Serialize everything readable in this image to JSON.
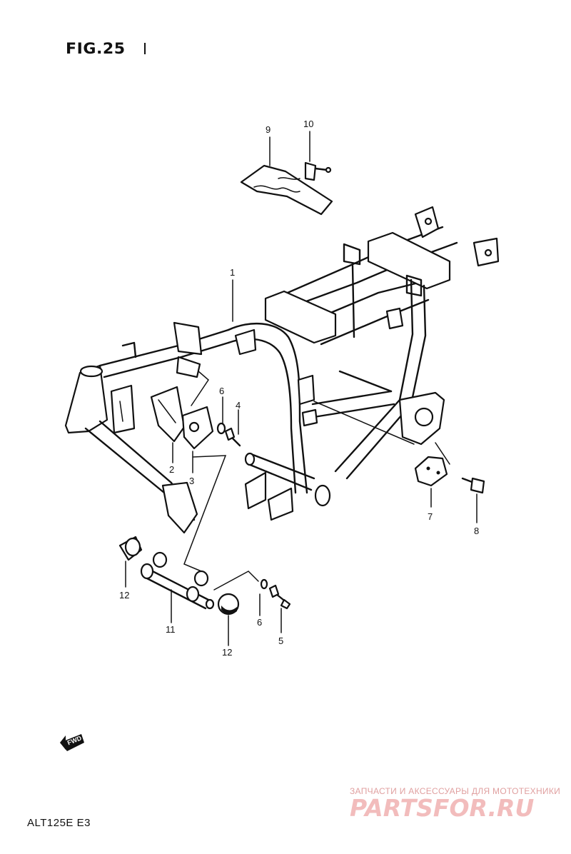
{
  "figure": {
    "title": "FIG.25",
    "model": "ALT125E E3"
  },
  "callouts": [
    {
      "id": "c1",
      "text": "1"
    },
    {
      "id": "c2",
      "text": "2"
    },
    {
      "id": "c3",
      "text": "3"
    },
    {
      "id": "c4",
      "text": "4"
    },
    {
      "id": "c5",
      "text": "5"
    },
    {
      "id": "c6a",
      "text": "6"
    },
    {
      "id": "c6b",
      "text": "6"
    },
    {
      "id": "c7",
      "text": "7"
    },
    {
      "id": "c8",
      "text": "8"
    },
    {
      "id": "c9",
      "text": "9"
    },
    {
      "id": "c10",
      "text": "10"
    },
    {
      "id": "c11",
      "text": "11"
    },
    {
      "id": "c12a",
      "text": "12"
    },
    {
      "id": "c12b",
      "text": "12"
    }
  ],
  "direction_marker": {
    "text": "FWD",
    "icon": "fwd-arrow-icon"
  },
  "watermark": {
    "caption": "ЗАПЧАСТИ И АКСЕССУАРЫ ДЛЯ МОТОТЕХНИКИ",
    "logo": "PARTSFOR.RU",
    "color": "#f2bcbc"
  }
}
